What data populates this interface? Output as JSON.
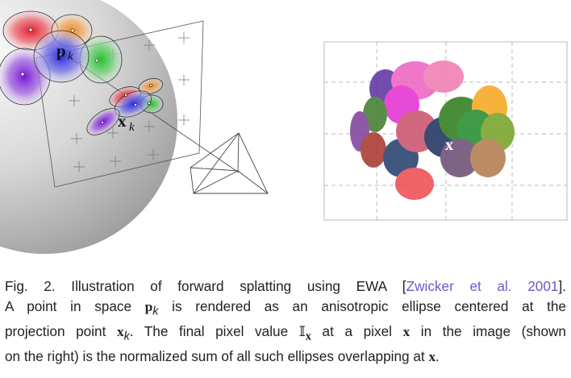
{
  "figure": {
    "left": {
      "label_p": "p",
      "label_p_sub": "k",
      "label_x": "x",
      "label_x_sub": "k"
    },
    "right": {
      "label_x": "x"
    },
    "colors": {
      "red": "#e52b3a",
      "orange": "#f29a3a",
      "green": "#2ebd3a",
      "blue": "#3b3bd6",
      "purple": "#8a2be2",
      "sphere_light": "#f2f2f2",
      "sphere_dark": "#8a8a8a"
    }
  },
  "caption": {
    "fig_label": "Fig. 2.",
    "line1_text": "Illustration of forward splatting using EWA [",
    "citation": "Zwicker et al. 2001",
    "line1_end": "].",
    "line2_a": "A point in space ",
    "line2_p": "p",
    "line2_p_sub": "k",
    "line2_b": " is rendered as an anisotropic ellipse centered at the",
    "line3_a": "projection point ",
    "line3_x": "x",
    "line3_x_sub": "k",
    "line3_b": ". The final pixel value ",
    "line3_I": "𝕀",
    "line3_I_sub": "x",
    "line3_c": " at a pixel ",
    "line3_x2": "x",
    "line3_d": " in the image (shown",
    "line4_a": "on the right) is the normalized sum of all such ellipses overlapping at ",
    "line4_x": "x",
    "line4_end": "."
  }
}
